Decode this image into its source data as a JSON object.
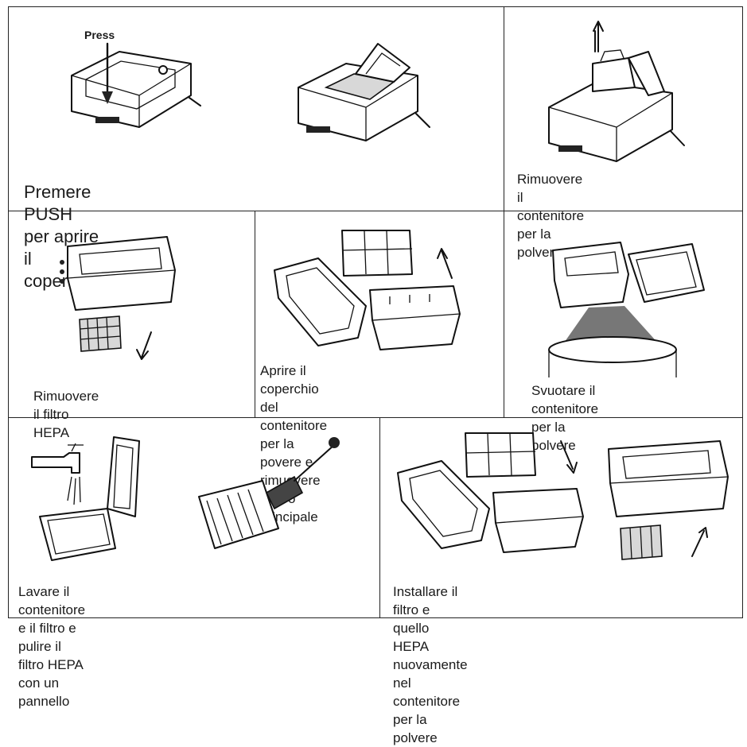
{
  "panels": {
    "open_lid": {
      "press_label": "Press",
      "caption": "Premere PUSH per aprire il coperchio"
    },
    "remove_bin": {
      "caption": "Rimuovere il contenitore\nper la polvere"
    },
    "remove_hepa": {
      "caption": "Rimuovere il filtro HEPA"
    },
    "open_bin_lid": {
      "caption": "Aprire il coperchio del contenitore\nper la povere e rimuovere il filtro\nprincipale"
    },
    "empty_bin": {
      "caption": "Svuotare il contenitore\nper la polvere"
    },
    "wash": {
      "caption": "Lavare il contenitore e il filtro e pulire il filtro HEPA\ncon un pannello"
    },
    "install": {
      "caption": "Installare il filtro e quello HEPA nuovamente\nnel contenitore per la polvere"
    }
  },
  "icons": {
    "robot_closed": "robot-vacuum-closed-icon",
    "robot_open": "robot-vacuum-open-lid-icon",
    "robot_bin_out": "robot-vacuum-bin-removal-icon",
    "bin_hepa": "dust-bin-hepa-removal-icon",
    "bin_open": "dust-bin-open-filter-icon",
    "bin_empty": "dust-bin-emptying-icon",
    "tap": "water-tap-icon",
    "brush": "cleaning-brush-icon",
    "arrow": "arrow-icon"
  }
}
